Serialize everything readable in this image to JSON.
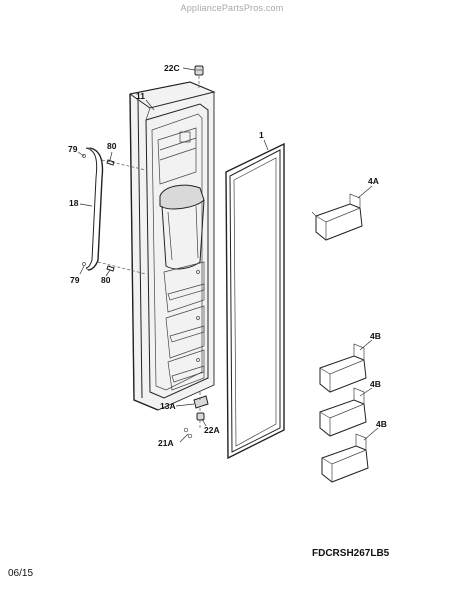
{
  "watermark": "AppliancePartsPros.com",
  "model_number": "FDCRSH267LB5",
  "date_code": "06/15",
  "callouts": {
    "c22c": "22C",
    "c11": "11",
    "c1": "1",
    "c79_top": "79",
    "c80_top": "80",
    "c18": "18",
    "c79_bottom": "79",
    "c80_bottom": "80",
    "c4a": "4A",
    "c4b_1": "4B",
    "c4b_2": "4B",
    "c4b_3": "4B",
    "c13a": "13A",
    "c22a": "22A",
    "c21a": "21A"
  }
}
